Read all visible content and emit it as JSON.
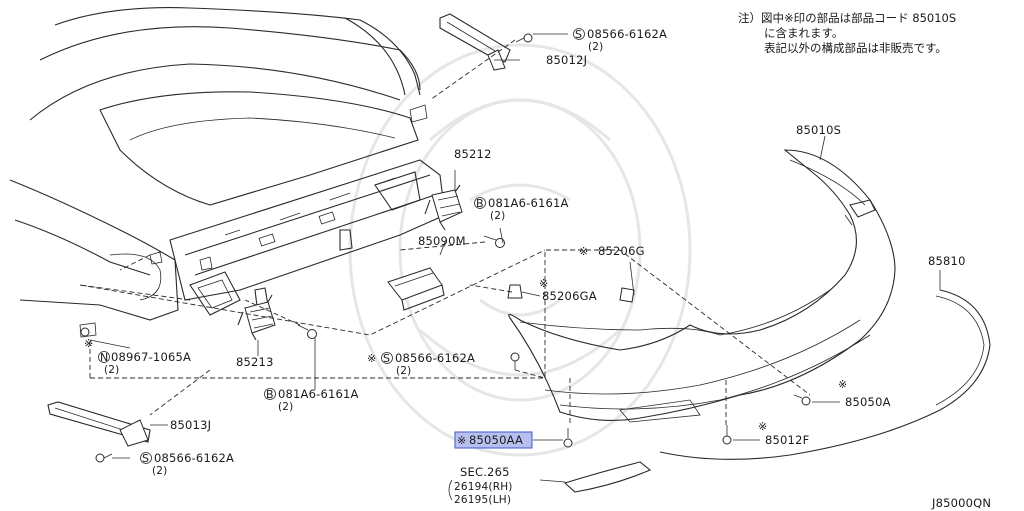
{
  "diagram": {
    "code": "J85000QN",
    "note_lines": [
      "注）図中※印の部品は部品コード 85010S",
      "に含まれます。",
      "表記以外の構成部品は非販売です。"
    ],
    "parts": {
      "p85012J": "85012J",
      "p85013J": "85013J",
      "p85212": "85212",
      "p85213": "85213",
      "p85090M": "85090M",
      "p85010S": "85010S",
      "p85810": "85810",
      "p85206G": "85206G",
      "p85206GA": "85206GA",
      "p85050A": "85050A",
      "p85050AA": "85050AA",
      "p85012F": "85012F"
    },
    "fasteners": {
      "s_top": "08566-6162A",
      "s_top_qty": "(2)",
      "b_right": "081A6-6161A",
      "b_right_qty": "(2)",
      "n_left": "08967-1065A",
      "n_left_qty": "(2)",
      "s_mid": "08566-6162A",
      "s_mid_qty": "(2)",
      "b_mid": "081A6-6161A",
      "b_mid_qty": "(2)",
      "s_bot": "08566-6162A",
      "s_bot_qty": "(2)"
    },
    "prefix": {
      "S": "S",
      "B": "B",
      "N": "N",
      "star": "※"
    },
    "sec": {
      "title": "SEC.265",
      "rh": "26194(RH)",
      "lh": "26195(LH)"
    },
    "highlight_color": "#b8c0f0"
  }
}
